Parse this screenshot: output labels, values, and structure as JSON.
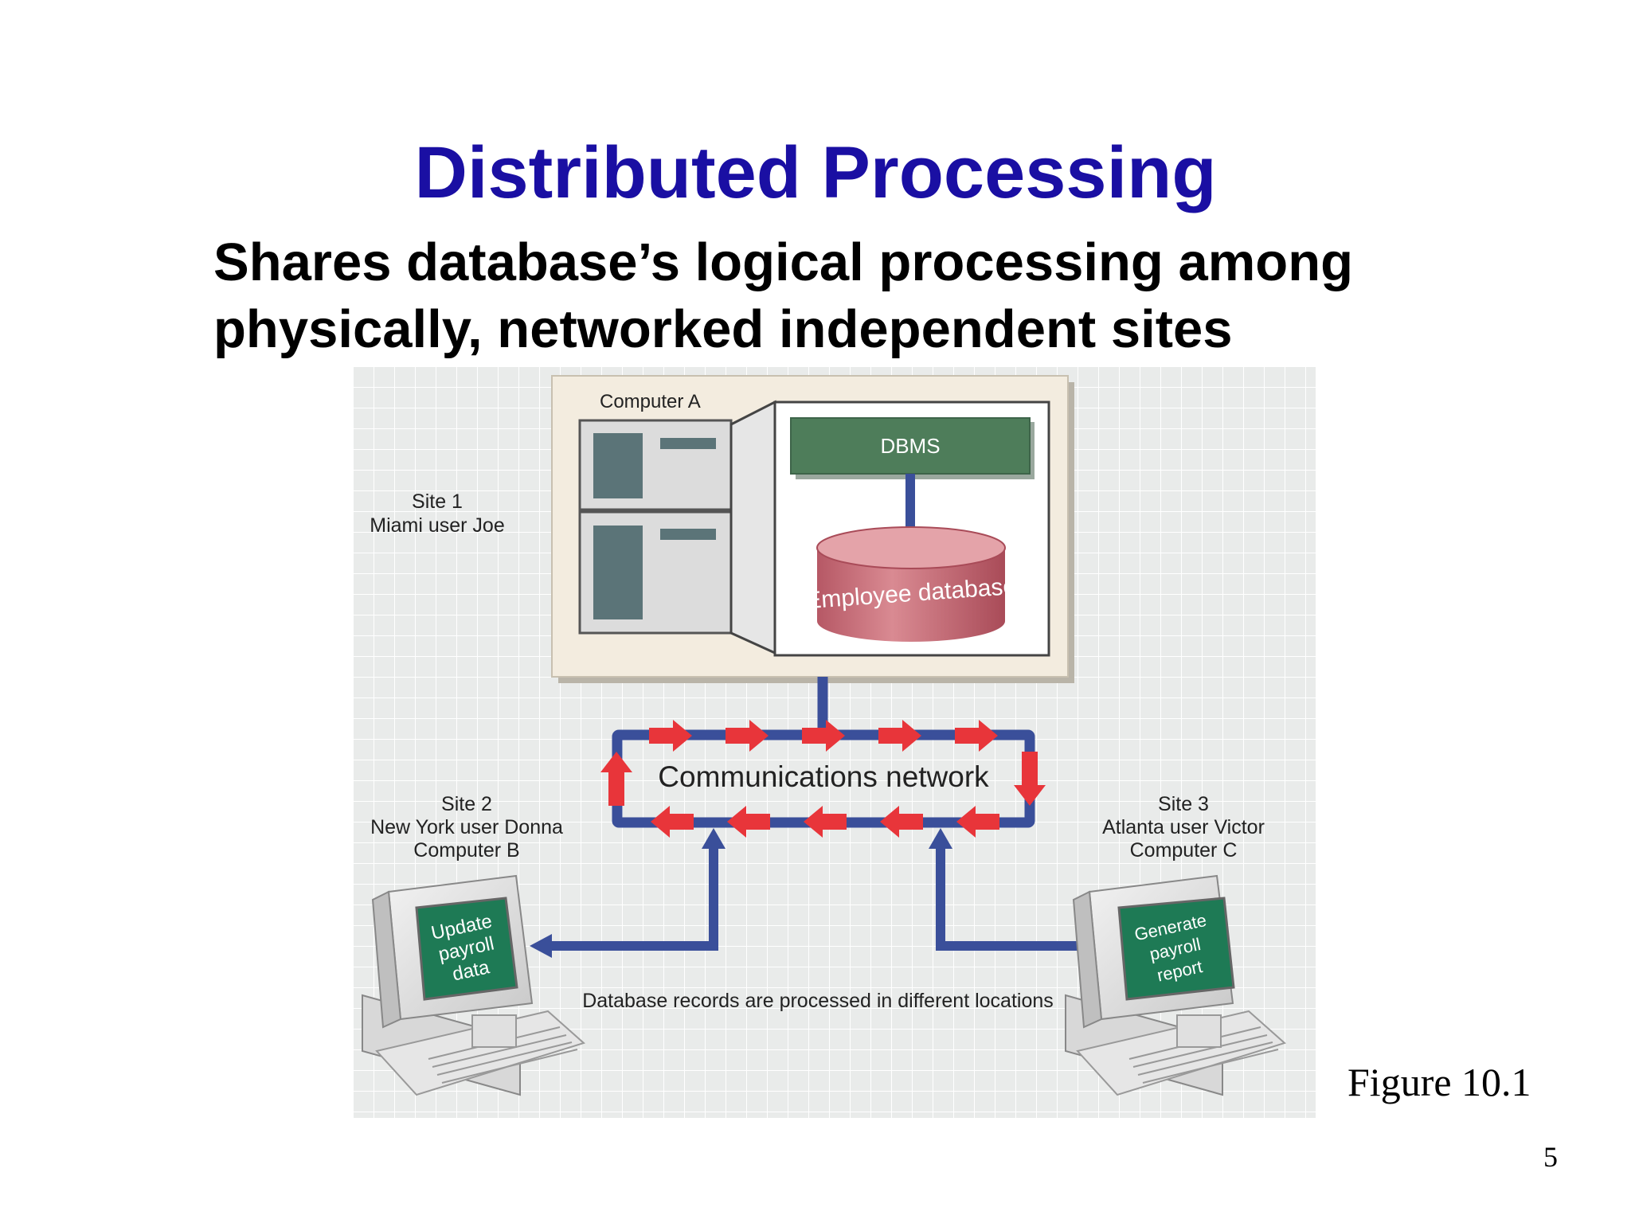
{
  "slide": {
    "title": "Distributed Processing",
    "subtitle": "Shares database’s logical processing among physically, networked independent sites",
    "figure_caption": "Figure 10.1",
    "page_number": "5"
  },
  "diagram": {
    "computer_a_label": "Computer A",
    "dbms_label": "DBMS",
    "database_label": "Employee database",
    "site1": {
      "line1": "Site 1",
      "line2": "Miami user Joe"
    },
    "site2": {
      "line1": "Site 2",
      "line2": "New York user Donna",
      "line3": "Computer B"
    },
    "site3": {
      "line1": "Site 3",
      "line2": "Atlanta user Victor",
      "line3": "Computer C"
    },
    "network_label": "Communications network",
    "screen_b": {
      "line1": "Update",
      "line2": "payroll",
      "line3": "data"
    },
    "screen_c": {
      "line1": "Generate",
      "line2": "payroll",
      "line3": "report"
    },
    "caption": "Database records are processed in different locations",
    "colors": {
      "title": "#1a0fa3",
      "dbms": "#4e7d5a",
      "database": "#c9707a",
      "arrow_red": "#e8353a",
      "network_blue": "#3a4f9a",
      "screen_green": "#1e7a55"
    }
  }
}
